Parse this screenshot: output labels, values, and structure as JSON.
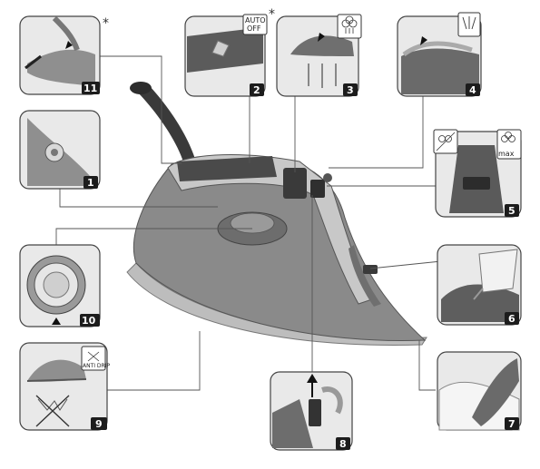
{
  "badges": {
    "b1": "1",
    "b2": "2",
    "b3": "3",
    "b4": "4",
    "b5": "5",
    "b6": "6",
    "b7": "7",
    "b8": "8",
    "b9": "9",
    "b10": "10",
    "b11": "11"
  },
  "pictograms": {
    "auto_off_line1": "AUTO",
    "auto_off_line2": "OFF",
    "max": "max",
    "anti_drip": "ANTI DRIP"
  },
  "asterisks": {
    "a1": "*",
    "a2": "*"
  },
  "icons": [
    "steam-cloud-icon",
    "spray-icon",
    "no-steam-icon",
    "max-steam-icon",
    "anti-drip-icon",
    "no-crossed-icon"
  ],
  "colors": {
    "badge": "#1c1c1c",
    "iron_body": "#8a8a8a",
    "iron_dark": "#5a5a5a",
    "frame": "#e9e9e9"
  }
}
